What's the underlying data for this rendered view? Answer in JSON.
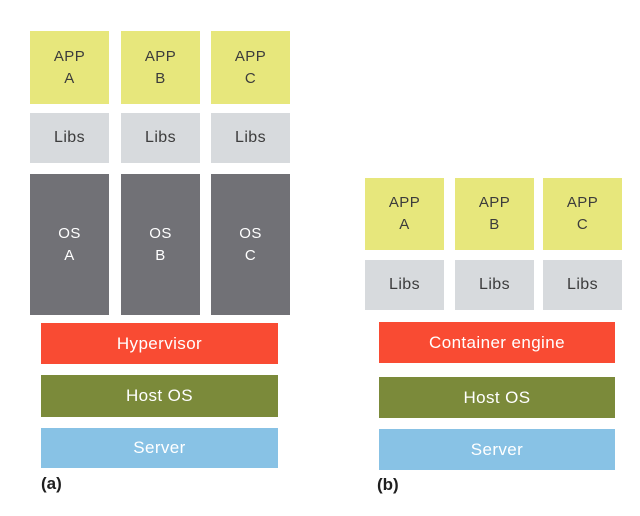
{
  "colors": {
    "app_box": "#e7e77c",
    "libs_box": "#d7dadd",
    "os_box": "#717176",
    "hypervisor_bar": "#f94b33",
    "container_engine_bar": "#f94b33",
    "host_os_bar": "#7b8a3a",
    "server_bar": "#88c2e5",
    "box_text": "#3c3c3c",
    "bar_text": "#ffffff",
    "caption_text": "#1f1f1f",
    "background": "#ffffff"
  },
  "panel_a": {
    "caption": "(a)",
    "app_boxes": [
      {
        "line1": "APP",
        "line2": "A"
      },
      {
        "line1": "APP",
        "line2": "B"
      },
      {
        "line1": "APP",
        "line2": "C"
      }
    ],
    "libs_boxes": [
      {
        "label": "Libs"
      },
      {
        "label": "Libs"
      },
      {
        "label": "Libs"
      }
    ],
    "os_boxes": [
      {
        "line1": "OS",
        "line2": "A"
      },
      {
        "line1": "OS",
        "line2": "B"
      },
      {
        "line1": "OS",
        "line2": "C"
      }
    ],
    "bars": [
      {
        "label": "Hypervisor"
      },
      {
        "label": "Host OS"
      },
      {
        "label": "Server"
      }
    ]
  },
  "panel_b": {
    "caption": "(b)",
    "app_boxes": [
      {
        "line1": "APP",
        "line2": "A"
      },
      {
        "line1": "APP",
        "line2": "B"
      },
      {
        "line1": "APP",
        "line2": "C"
      }
    ],
    "libs_boxes": [
      {
        "label": "Libs"
      },
      {
        "label": "Libs"
      },
      {
        "label": "Libs"
      }
    ],
    "bars": [
      {
        "label": "Container engine"
      },
      {
        "label": "Host OS"
      },
      {
        "label": "Server"
      }
    ]
  }
}
